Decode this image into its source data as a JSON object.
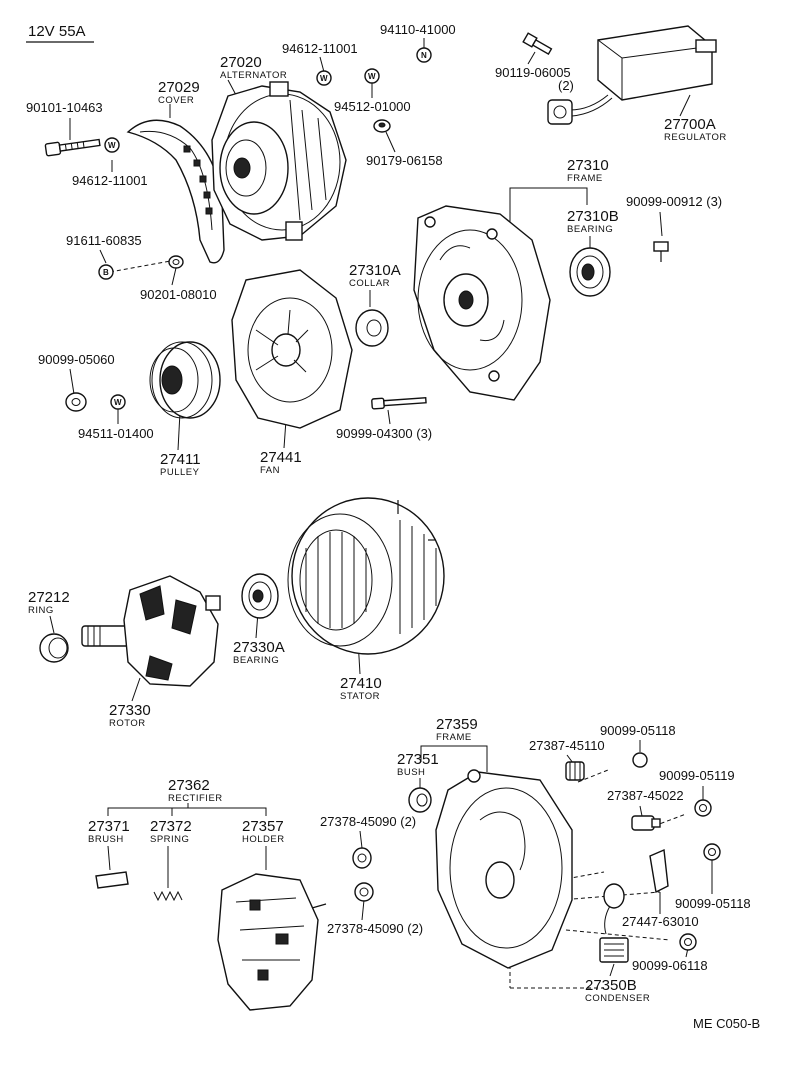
{
  "header": {
    "spec": "12V 55A"
  },
  "footer": {
    "code": "ME C050-B"
  },
  "markers": {
    "w": "W",
    "n": "N",
    "b": "B"
  },
  "parts": {
    "p90101": {
      "number": "90101-10463"
    },
    "p27029": {
      "number": "27029",
      "name": "COVER"
    },
    "p27020": {
      "number": "27020",
      "name": "ALTERNATOR"
    },
    "p94612a": {
      "number": "94612-11001"
    },
    "p94612b": {
      "number": "94612-11001"
    },
    "p94110": {
      "number": "94110-41000"
    },
    "p94512": {
      "number": "94512-01000"
    },
    "p90179": {
      "number": "90179-06158"
    },
    "p90119": {
      "number": "90119-06005",
      "qty": "(2)"
    },
    "p27700": {
      "number": "27700A",
      "name": "REGULATOR"
    },
    "p91611": {
      "number": "91611-60835"
    },
    "p90201": {
      "number": "90201-08010"
    },
    "p27310": {
      "number": "27310",
      "name": "FRAME"
    },
    "p90099_00912": {
      "number": "90099-00912 (3)"
    },
    "p27310b": {
      "number": "27310B",
      "name": "BEARING"
    },
    "p27310a": {
      "number": "27310A",
      "name": "COLLAR"
    },
    "p90099_05060": {
      "number": "90099-05060"
    },
    "p94511": {
      "number": "94511-01400"
    },
    "p27411": {
      "number": "27411",
      "name": "PULLEY"
    },
    "p27441": {
      "number": "27441",
      "name": "FAN"
    },
    "p90999": {
      "number": "90999-04300 (3)"
    },
    "p27212": {
      "number": "27212",
      "name": "RING"
    },
    "p27330a": {
      "number": "27330A",
      "name": "BEARING"
    },
    "p27330": {
      "number": "27330",
      "name": "ROTOR"
    },
    "p27410": {
      "number": "27410",
      "name": "STATOR"
    },
    "p27359": {
      "number": "27359",
      "name": "FRAME"
    },
    "p27351": {
      "number": "27351",
      "name": "BUSH"
    },
    "p27387_45110": {
      "number": "27387-45110"
    },
    "p90099_05118a": {
      "number": "90099-05118"
    },
    "p90099_05119": {
      "number": "90099-05119"
    },
    "p27387_45022": {
      "number": "27387-45022"
    },
    "p27362": {
      "number": "27362",
      "name": "RECTIFIER"
    },
    "p27371": {
      "number": "27371",
      "name": "BRUSH"
    },
    "p27372": {
      "number": "27372",
      "name": "SPRING"
    },
    "p27357": {
      "number": "27357",
      "name": "HOLDER"
    },
    "p27378a": {
      "number": "27378-45090 (2)"
    },
    "p27378b": {
      "number": "27378-45090 (2)"
    },
    "p90099_05118b": {
      "number": "90099-05118"
    },
    "p27447": {
      "number": "27447-63010"
    },
    "p90099_06118": {
      "number": "90099-06118"
    },
    "p27350b": {
      "number": "27350B",
      "name": "CONDENSER"
    }
  }
}
